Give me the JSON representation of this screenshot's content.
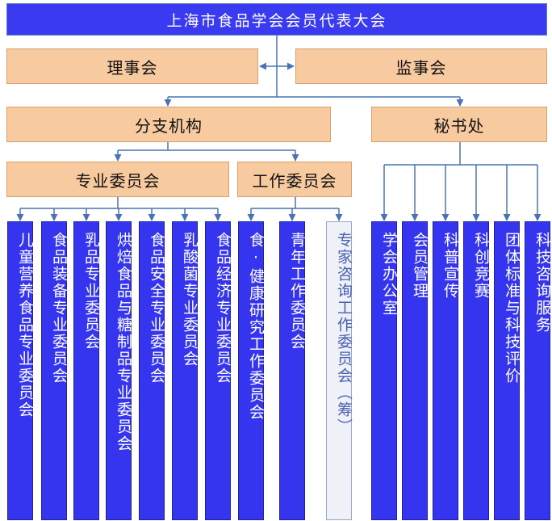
{
  "colors": {
    "top_fill": "#3a3af0",
    "peach_fill": "#f8caa0",
    "leaf_fill": "#3535f0",
    "leaf_alt_fill": "#eef1f8",
    "connector": "#4a72b2"
  },
  "nodes": {
    "assembly": "上海市食品学会会员代表大会",
    "council": "理事会",
    "supervisors": "监事会",
    "branches": "分支机构",
    "secretariat": "秘书处",
    "professional_committees": "专业委员会",
    "working_committees": "工作委员会"
  },
  "professional_leaves": [
    "儿童营养食品专业委员会",
    "食品装备专业委员会",
    "乳品专业委员会",
    "烘焙食品与糖制品专业委员会",
    "食品安全专业委员会",
    "乳酸菌专业委员会",
    "食品经济专业委员会"
  ],
  "working_leaves": [
    "食·健康研究工作委员会",
    "青年工作委员会",
    "专家咨询工作委员会（筹）"
  ],
  "secretariat_leaves": [
    "学会办公室",
    "会员管理",
    "科普宣传",
    "科创竞赛",
    "团体标准与科技评价",
    "科技咨询服务"
  ]
}
